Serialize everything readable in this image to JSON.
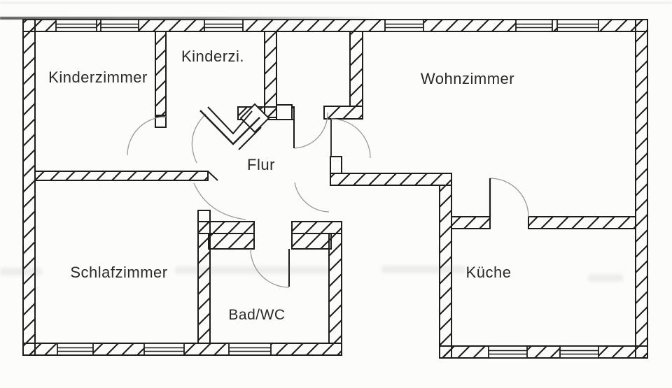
{
  "floorplan": {
    "rooms": [
      {
        "id": "kinderzimmer",
        "name": "Kinderzimmer"
      },
      {
        "id": "kinderzi",
        "name": "Kinderzi."
      },
      {
        "id": "wohnzimmer",
        "name": "Wohnzimmer"
      },
      {
        "id": "flur",
        "name": "Flur"
      },
      {
        "id": "schlafzimmer",
        "name": "Schlafzimmer"
      },
      {
        "id": "bad_wc",
        "name": "Bad/WC"
      },
      {
        "id": "kueche",
        "name": "Küche"
      }
    ],
    "symbols": {
      "wall_fill": "diagonal-hatch",
      "door_symbol": "quarter-circle-arc",
      "window_symbol": "double-line-in-wall"
    },
    "colors": {
      "background": "#fcfcfb",
      "wall_line": "#1d1d1d",
      "door_arc": "#9a9a9a",
      "label_text": "#2a2a2a"
    }
  }
}
